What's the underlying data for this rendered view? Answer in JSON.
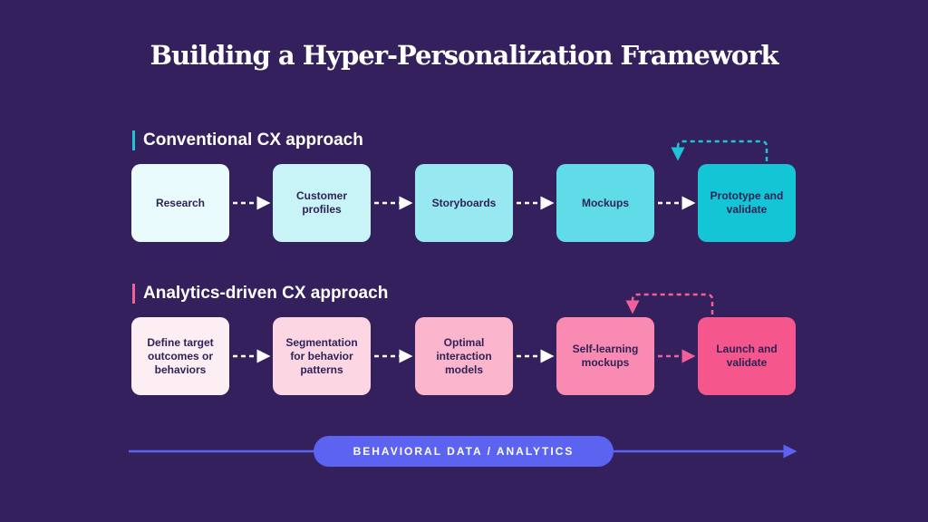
{
  "title": "Building a Hyper-Personalization Framework",
  "conventional": {
    "heading": "Conventional CX approach",
    "accent": "#1fc3d6",
    "steps": [
      "Research",
      "Customer profiles",
      "Storyboards",
      "Mockups",
      "Prototype and validate"
    ],
    "colors": [
      "#e9fbfd",
      "#c8f3f7",
      "#97e8f0",
      "#5fdce8",
      "#14c6d5"
    ]
  },
  "analytics": {
    "heading": "Analytics-driven CX approach",
    "accent": "#f0609a",
    "steps": [
      "Define target outcomes or behaviors",
      "Segmentation for behavior patterns",
      "Optimal interaction models",
      "Self-learning mockups",
      "Launch and validate"
    ],
    "colors": [
      "#fdeef3",
      "#fcd6e3",
      "#fbb5cd",
      "#f98ab1",
      "#f5568b"
    ]
  },
  "banner": {
    "label": "BEHAVIORAL DATA / ANALYTICS",
    "color": "#5b63f0"
  }
}
